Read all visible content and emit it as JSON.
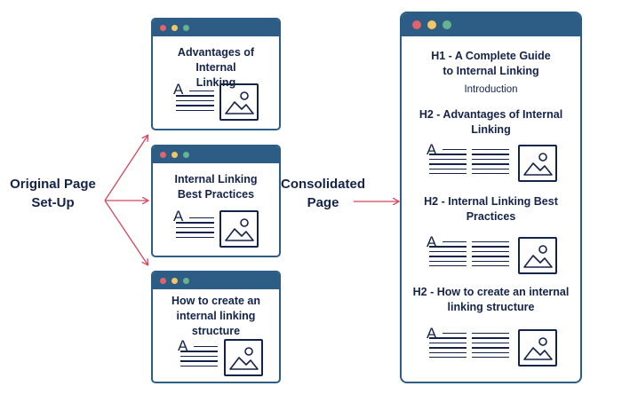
{
  "labels": {
    "original": "Original Page Set-Up",
    "consolidated": "Consolidated Page"
  },
  "small_pages": [
    {
      "title": "Advantages of Internal Linking"
    },
    {
      "title": "Internal Linking Best Practices"
    },
    {
      "title": "How to create an internal linking structure"
    }
  ],
  "consolidated": {
    "h1": "H1 - A Complete Guide to Internal Linking",
    "intro": "Introduction",
    "sections": [
      {
        "h2": "H2 - Advantages of Internal Linking"
      },
      {
        "h2": "H2 - Internal Linking Best Practices"
      },
      {
        "h2": "H2 - How to create an internal linking structure"
      }
    ]
  },
  "content_glyph": "A",
  "colors": {
    "window_frame": "#2d5c84",
    "text": "#14234a",
    "arrow": "#d8435e",
    "dot_red": "#e2636b",
    "dot_yellow": "#efc766",
    "dot_green": "#67b38d"
  },
  "icons": [
    "text-lines-icon",
    "image-icon",
    "window-dot-icons",
    "arrow-icon"
  ]
}
